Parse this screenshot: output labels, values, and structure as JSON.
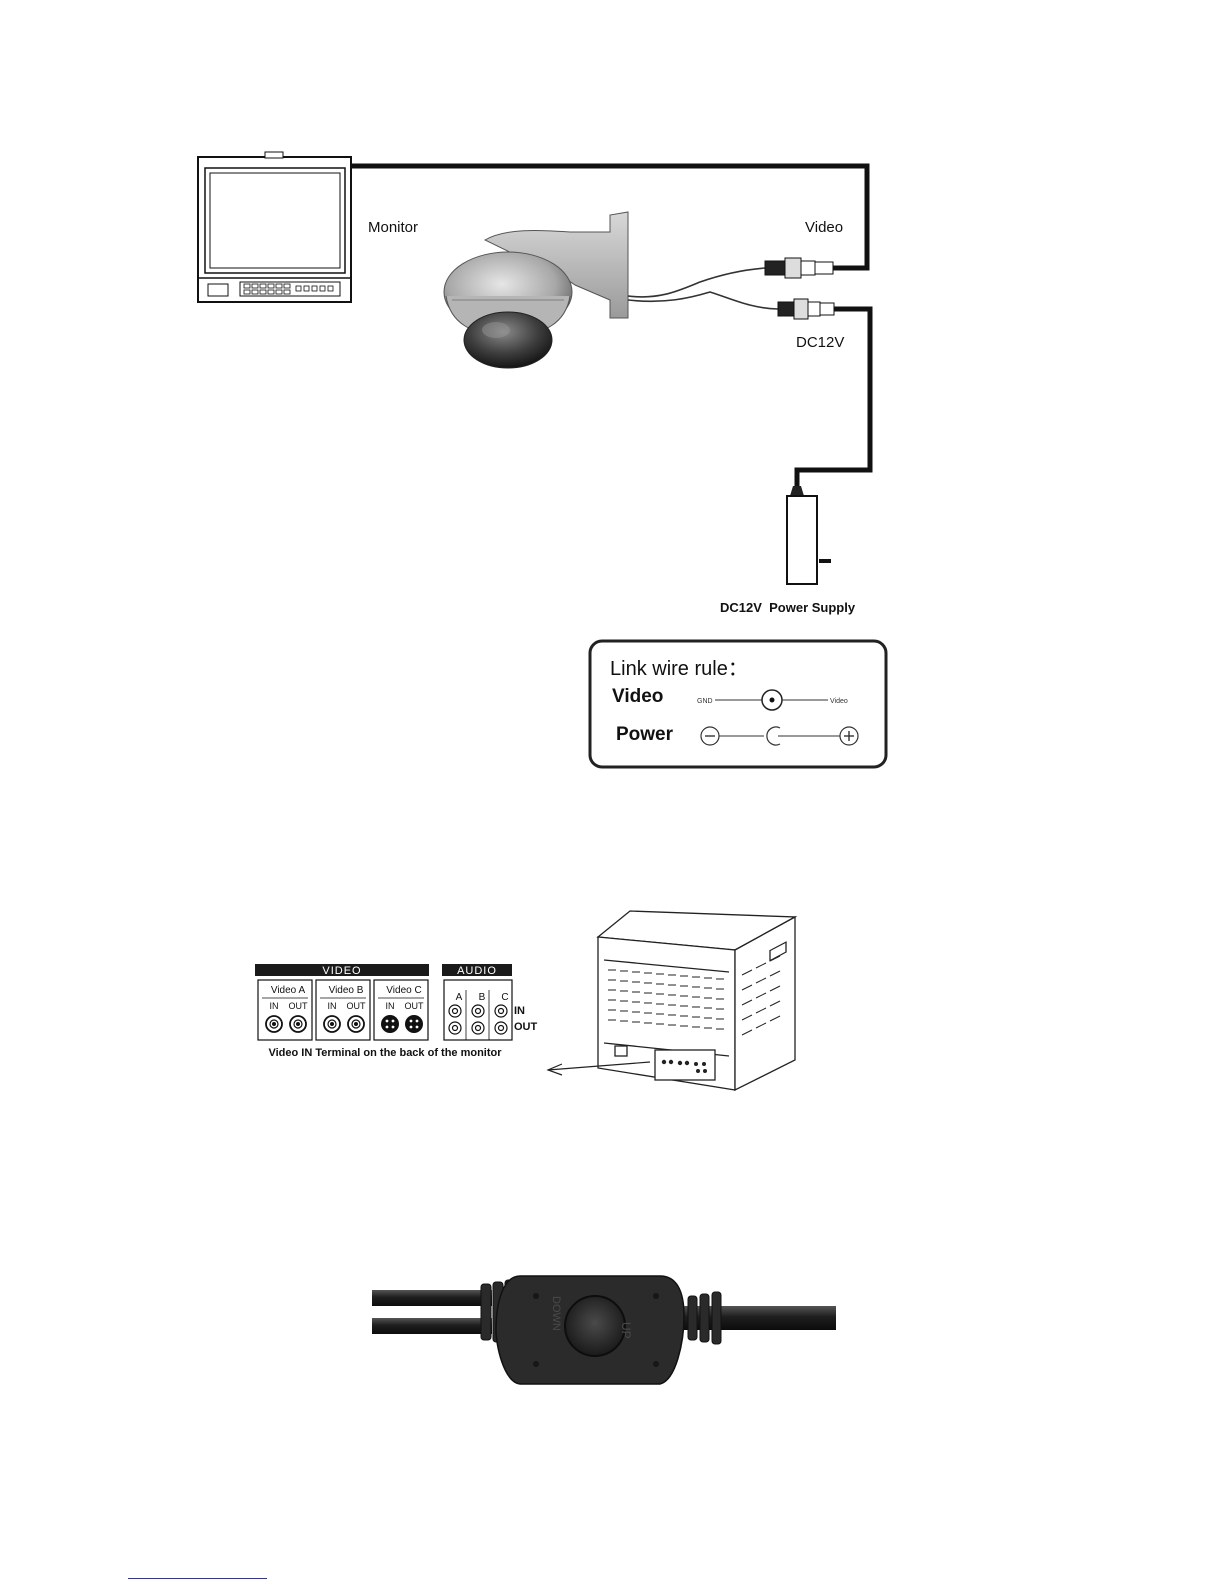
{
  "wiring": {
    "monitor_label": "Monitor",
    "video_label": "Video",
    "dc_label": "DC12V",
    "power_supply_label": "DC12V  Power Supply"
  },
  "link_rule": {
    "title": "Link wire rule：",
    "video_row": "Video",
    "power_row": "Power",
    "gnd_small": "GND",
    "video_small": "Video"
  },
  "terminal_panel": {
    "video_header": "VIDEO",
    "audio_header": "AUDIO",
    "video_groups": [
      "Video A",
      "Video B",
      "Video C"
    ],
    "in_label": "IN",
    "out_label": "OUT",
    "audio_channels": [
      "A",
      "B",
      "C"
    ],
    "io_in": "IN",
    "io_out": "OUT",
    "caption": "Video IN Terminal on the back of the monitor"
  },
  "joystick": {
    "up": "UP",
    "down": "DOWN"
  }
}
